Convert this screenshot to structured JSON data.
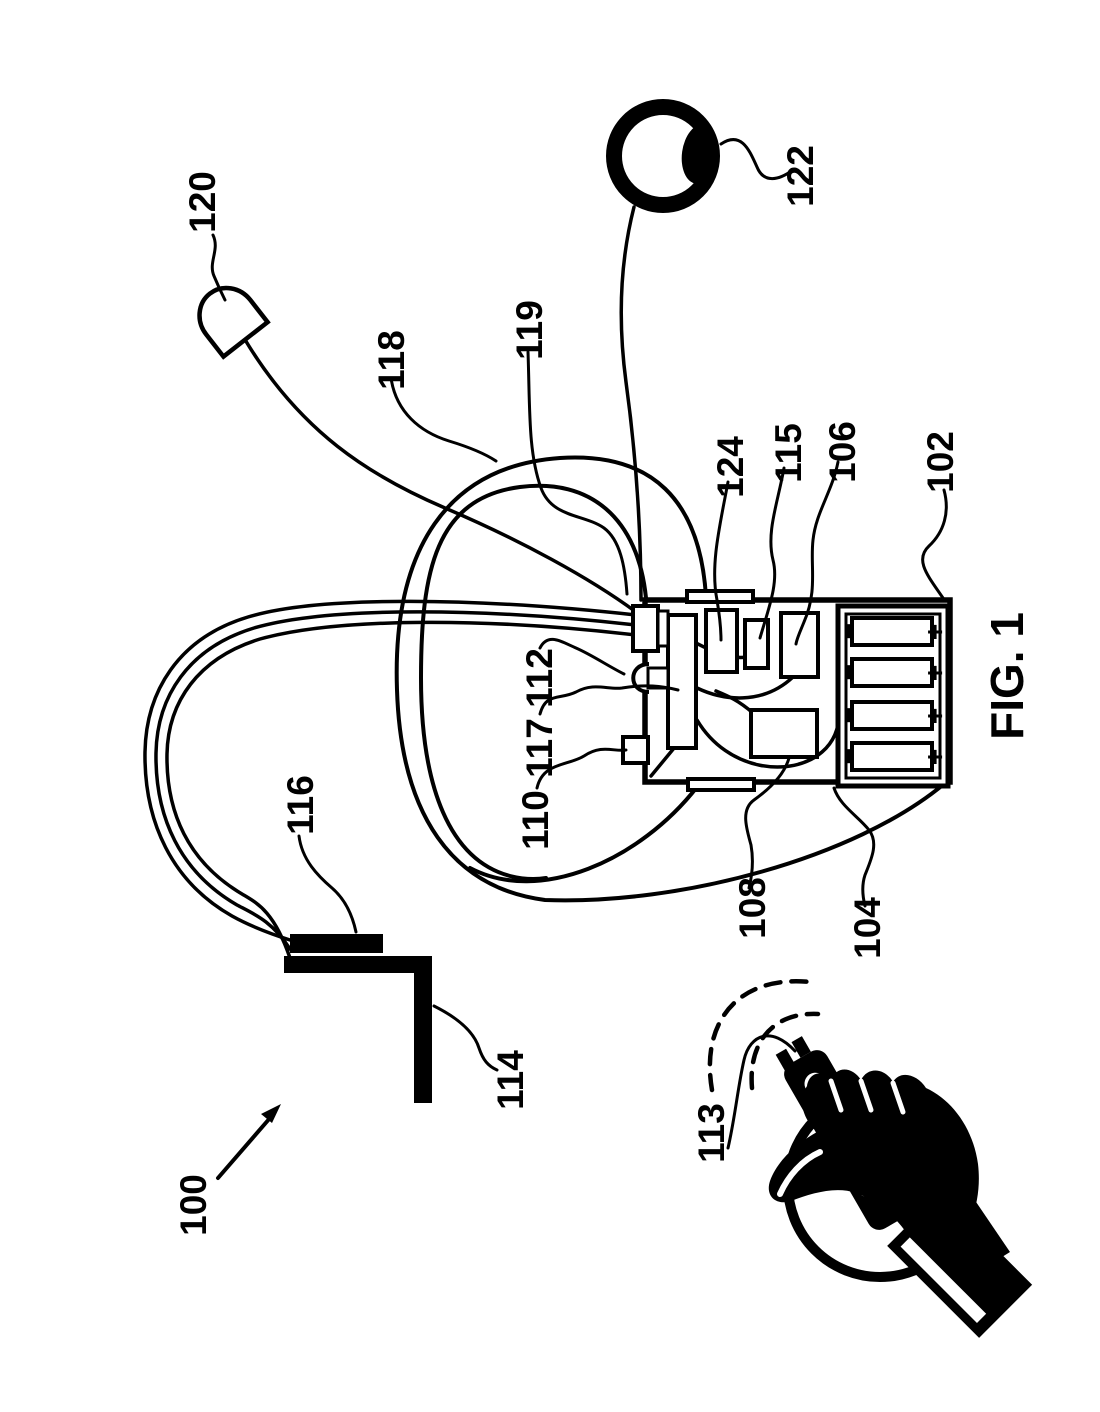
{
  "figure": {
    "caption": "FIG. 1",
    "type": "patent-line-drawing",
    "colors": {
      "ink": "#000000",
      "background": "#ffffff"
    }
  },
  "labels": [
    {
      "id": "ref-100",
      "text": "100"
    },
    {
      "id": "ref-102",
      "text": "102"
    },
    {
      "id": "ref-104",
      "text": "104"
    },
    {
      "id": "ref-106",
      "text": "106"
    },
    {
      "id": "ref-108",
      "text": "108"
    },
    {
      "id": "ref-110",
      "text": "110"
    },
    {
      "id": "ref-112",
      "text": "112"
    },
    {
      "id": "ref-113",
      "text": "113"
    },
    {
      "id": "ref-114",
      "text": "114"
    },
    {
      "id": "ref-115",
      "text": "115"
    },
    {
      "id": "ref-116",
      "text": "116"
    },
    {
      "id": "ref-117",
      "text": "117"
    },
    {
      "id": "ref-118",
      "text": "118"
    },
    {
      "id": "ref-119",
      "text": "119"
    },
    {
      "id": "ref-120",
      "text": "120"
    },
    {
      "id": "ref-122",
      "text": "122"
    },
    {
      "id": "ref-124",
      "text": "124"
    }
  ],
  "battery_pack": {
    "cell_count": 4,
    "positive_mark": "+",
    "negative_mark": "−"
  }
}
